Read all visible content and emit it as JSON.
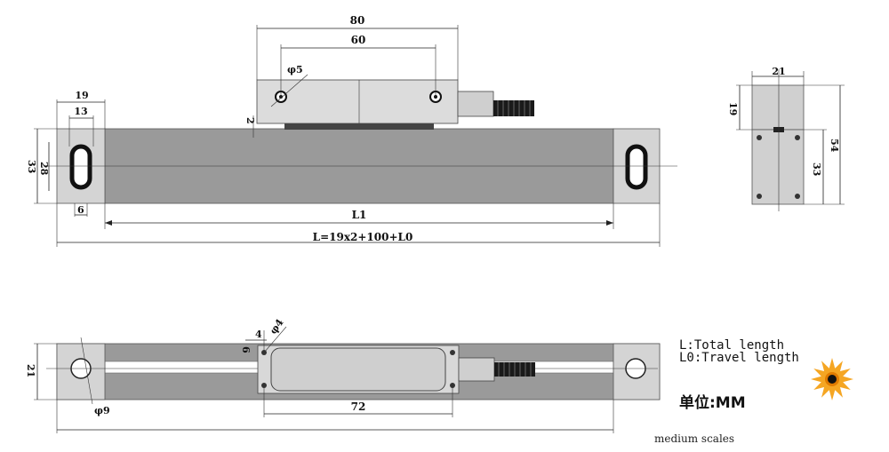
{
  "top_view": {
    "sensor_width": "80",
    "sensor_hole_spacing": "60",
    "sensor_hole_diameter": "φ5",
    "gap": "2",
    "end_width": "19",
    "slot_width": "13",
    "height_outer": "33",
    "height_inner": "28",
    "slot_radius": "6",
    "l1_label": "L1",
    "formula": "L=19x2+100+L0"
  },
  "side_view": {
    "width": "21",
    "head_height": "19",
    "body_height": "33",
    "total_height": "54"
  },
  "bottom_view": {
    "height": "21",
    "hole_offset": "4",
    "hole_diam_small": "φ4",
    "hole_offset_v": "6",
    "end_hole": "φ9",
    "reader_length": "72"
  },
  "notes": {
    "total_length": "L:Total length",
    "travel_length": "L0:Travel length",
    "unit": "单位:MM",
    "caption": "medium scales"
  },
  "colors": {
    "scale_body": "#9a9a9a",
    "end_block": "#d4d4d4",
    "reader": "#d8d8d8",
    "logo_orange": "#f5a623"
  }
}
